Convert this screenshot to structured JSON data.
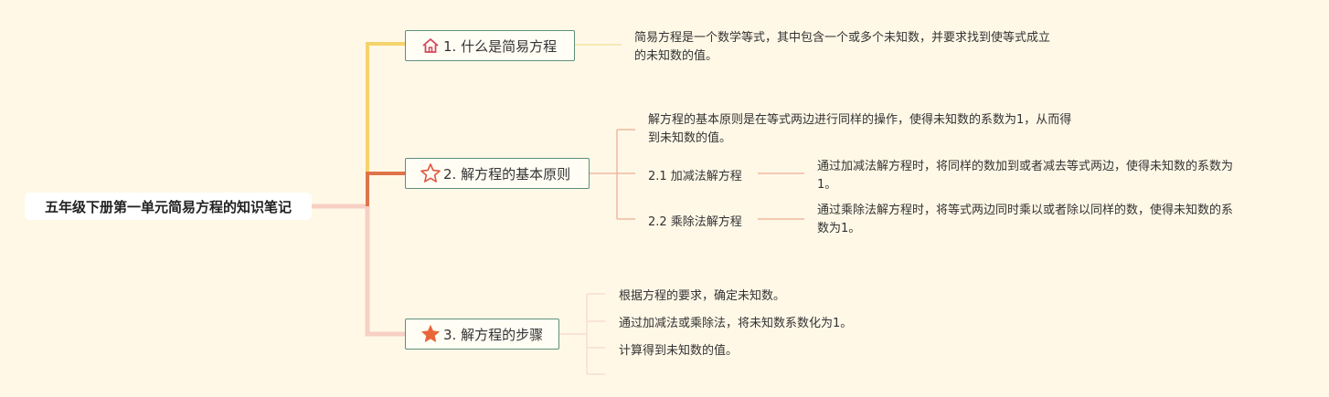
{
  "root": {
    "title": "五年级下册第一单元简易方程的知识笔记"
  },
  "topics": [
    {
      "label": "1. 什么是简易方程",
      "icon": "house-icon",
      "notes": [
        {
          "line1": "简易方程是一个数学等式，其中包含一个或多个未知数，并要求找到使等式成立",
          "line2": "的未知数的值。"
        }
      ]
    },
    {
      "label": "2. 解方程的基本原则",
      "icon": "star-outline-icon",
      "notes": [
        {
          "line1": "解方程的基本原则是在等式两边进行同样的操作，使得未知数的系数为1，从而得",
          "line2": "到未知数的值。"
        }
      ],
      "subtopics": [
        {
          "label": "2.1 加减法解方程",
          "note_line1": "通过加减法解方程时，将同样的数加到或者减去等式两边，使得未知数的系数为",
          "note_line2": "1。"
        },
        {
          "label": "2.2 乘除法解方程",
          "note_line1": "通过乘除法解方程时，将等式两边同时乘以或者除以同样的数，使得未知数的系",
          "note_line2": "数为1。"
        }
      ]
    },
    {
      "label": "3. 解方程的步骤",
      "icon": "star-filled-icon",
      "steps": [
        "根据方程的要求，确定未知数。",
        "通过加减法或乘除法，将未知数系数化为1。",
        "计算得到未知数的值。",
        ""
      ]
    }
  ],
  "colors": {
    "background": "#fff8e7",
    "branch1": "#f5d36b",
    "branch2": "#e0734a",
    "branch3": "#f7cfc3",
    "topic_border": "#5f8f7a",
    "icon_house": "#d6455c",
    "icon_star_outline": "#e0563f",
    "icon_star_filled": "#e8663a"
  }
}
